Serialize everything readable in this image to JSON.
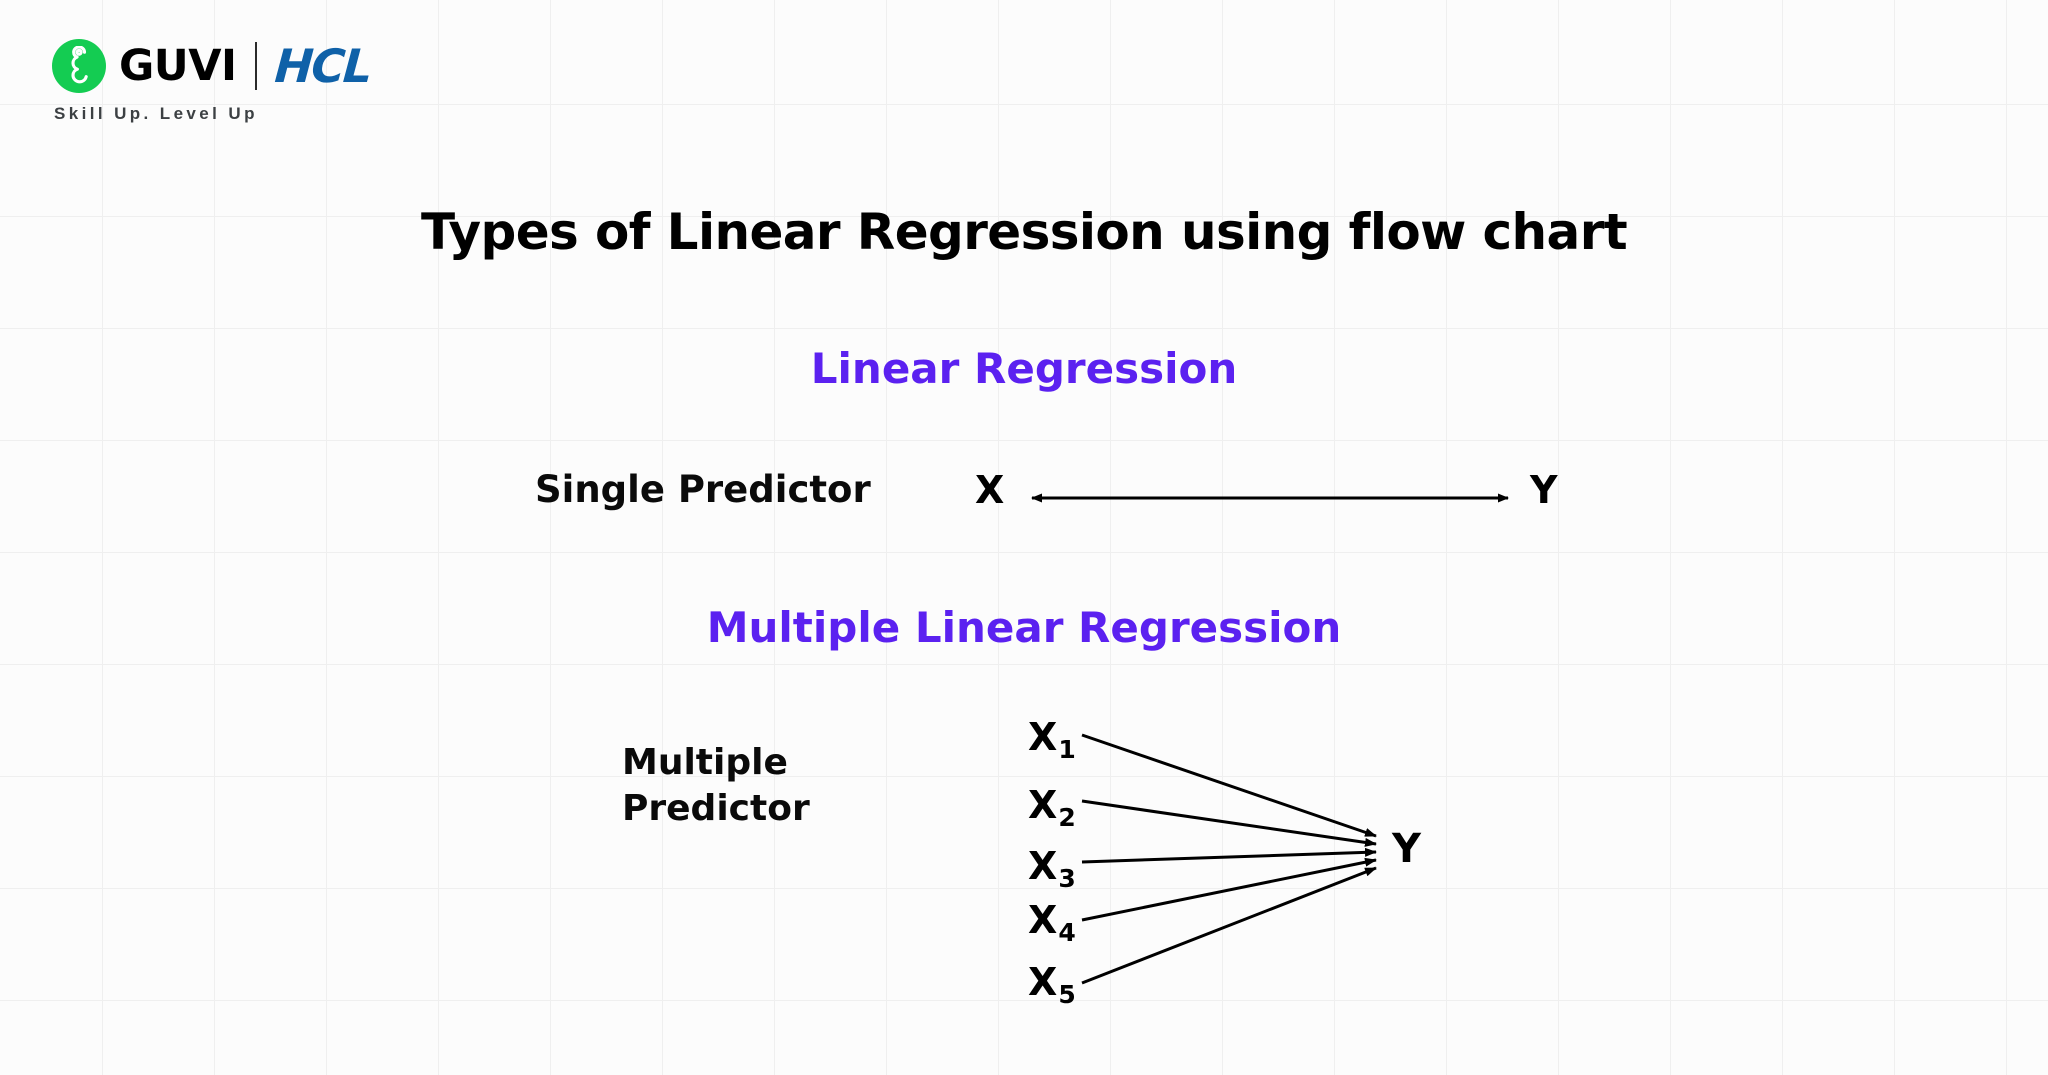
{
  "brand": {
    "logo_icon": "guvi-g-mark-icon",
    "guvi_wordmark": "GUVI",
    "partner_wordmark": "HCL",
    "tagline": "Skill Up. Level Up",
    "colors": {
      "guvi_green": "#14cc52",
      "hcl_blue": "#0f61a8",
      "tagline_gray": "#3c4043"
    }
  },
  "slide": {
    "title": "Types of Linear Regression using flow chart",
    "background": "#fcfcfc",
    "grid_line_color": "#efefef",
    "accent_purple": "#5b21f0"
  },
  "sections": {
    "simple": {
      "heading": "Linear Regression",
      "predictor_label": "Single Predictor",
      "input_var": "X",
      "output_var": "Y",
      "arrow_type": "double-headed"
    },
    "multiple": {
      "heading": "Multiple Linear Regression",
      "predictor_label_line1": "Multiple",
      "predictor_label_line2": "Predictor",
      "output_var": "Y",
      "arrow_type": "single-headed-converging",
      "predictors": [
        {
          "base": "X",
          "sub": "1"
        },
        {
          "base": "X",
          "sub": "2"
        },
        {
          "base": "X",
          "sub": "3"
        },
        {
          "base": "X",
          "sub": "4"
        },
        {
          "base": "X",
          "sub": "5"
        }
      ]
    }
  },
  "chart_data": {
    "type": "diagram",
    "title": "Types of Linear Regression using flow chart",
    "diagrams": [
      {
        "name": "Linear Regression",
        "nodes": [
          "X",
          "Y"
        ],
        "edges": [
          {
            "from": "X",
            "to": "Y",
            "style": "double-headed-arrow"
          }
        ]
      },
      {
        "name": "Multiple Linear Regression",
        "nodes": [
          "X1",
          "X2",
          "X3",
          "X4",
          "X5",
          "Y"
        ],
        "edges": [
          {
            "from": "X1",
            "to": "Y",
            "style": "arrow"
          },
          {
            "from": "X2",
            "to": "Y",
            "style": "arrow"
          },
          {
            "from": "X3",
            "to": "Y",
            "style": "arrow"
          },
          {
            "from": "X4",
            "to": "Y",
            "style": "arrow"
          },
          {
            "from": "X5",
            "to": "Y",
            "style": "arrow"
          }
        ]
      }
    ]
  }
}
